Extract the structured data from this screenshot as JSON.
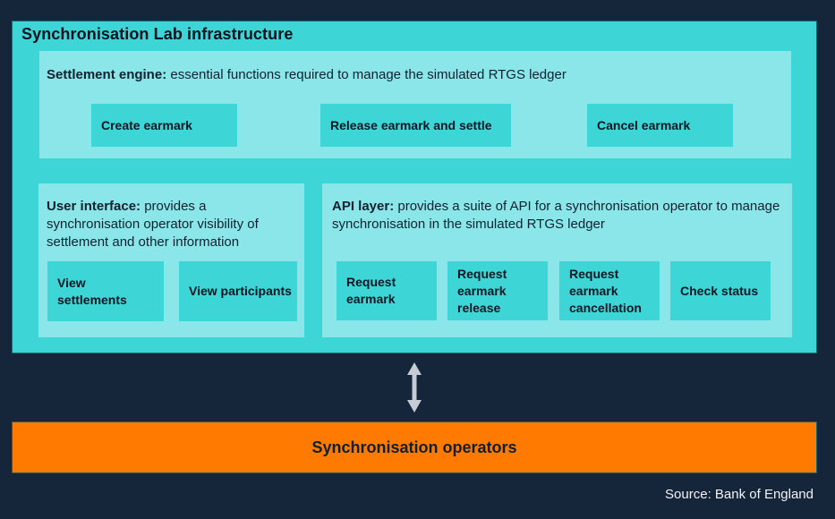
{
  "colors": {
    "background": "#15253A",
    "teal": "#3DD5D6",
    "light_teal": "#8AE6E9",
    "orange": "#FF7A00",
    "arrow_gray": "#C5CCD3",
    "text_dark": "#0A1824",
    "text_light": "#F2F3F5"
  },
  "infrastructure": {
    "title": "Synchronisation Lab infrastructure",
    "settlement_engine": {
      "title_bold": "Settlement engine:",
      "title_rest": " essential functions required to manage the simulated RTGS ledger",
      "buttons": [
        "Create earmark",
        "Release earmark and settle",
        "Cancel earmark"
      ]
    },
    "user_interface": {
      "title_bold": "User interface:",
      "title_rest": " provides a synchronisation operator visibility of settlement and other information",
      "buttons": [
        "View settlements",
        "View participants"
      ]
    },
    "api_layer": {
      "title_bold": "API layer:",
      "title_rest": " provides a suite of API for a synchronisation operator to manage synchronisation in the simulated RTGS ledger",
      "buttons": [
        "Request earmark",
        "Request earmark release",
        "Request earmark cancellation",
        "Check status"
      ]
    }
  },
  "operators": {
    "label": "Synchronisation operators"
  },
  "source": {
    "label": "Source: Bank of England"
  }
}
